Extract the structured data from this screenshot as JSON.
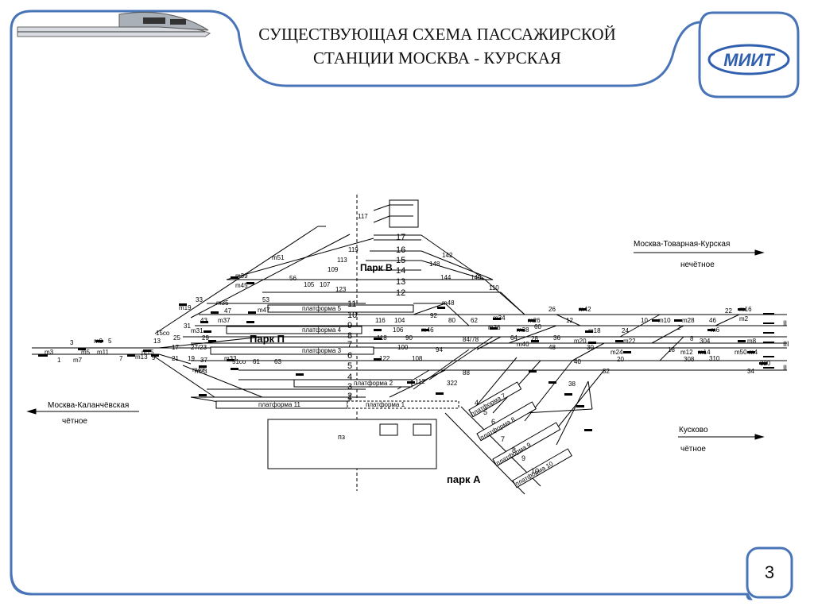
{
  "slide": {
    "title_line1": "СУЩЕСТВУЮЩАЯ СХЕМА ПАССАЖИРСКОЙ",
    "title_line2": "СТАНЦИИ МОСКВА - КУРСКАЯ",
    "logo_text": "МИИТ",
    "page_number": "3",
    "frame_color": "#4a74b8"
  },
  "diagram": {
    "parks": [
      "Парк В",
      "Парк П",
      "парк А"
    ],
    "directions": {
      "tovarnaya": "Москва-Товарная-Курская",
      "tovarnaya_sub": "нечётное",
      "kalanchevskaya": "Москва-Каланчёвская",
      "kalanchevskaya_sub": "чётное",
      "kuskovo": "Кусково",
      "kuskovo_sub": "чётное"
    },
    "platforms": [
      "платформа 5",
      "платформа 4",
      "платформа 3",
      "платформа 2",
      "платформа 11",
      "платформа 1",
      "платформа 7",
      "платформа 8",
      "платформа 9",
      "платформа 10"
    ],
    "track_numbers": [
      "17",
      "16",
      "15",
      "14",
      "13",
      "12",
      "11",
      "10",
      "9",
      "8",
      "7",
      "6",
      "5",
      "4",
      "3",
      "2",
      "1"
    ],
    "park_a_tracks": [
      "4",
      "5",
      "6",
      "7",
      "8",
      "9",
      "10"
    ],
    "building_label": "пз",
    "exit_marks": [
      "II",
      "III",
      "II"
    ],
    "switch_labels": [
      "117",
      "119",
      "113",
      "109",
      "m51",
      "m39",
      "m45",
      "56",
      "105",
      "107",
      "123",
      "148",
      "142",
      "144",
      "140",
      "110",
      "53",
      "33",
      "m35",
      "47",
      "m47",
      "m19",
      "m48",
      "43",
      "m37",
      "31",
      "m31",
      "15co",
      "25",
      "29",
      "27/23",
      "17",
      "21",
      "19",
      "37",
      "m43",
      "m33",
      "51co",
      "61",
      "63",
      "3",
      "m3",
      "m5",
      "m9",
      "5",
      "m11",
      "m7",
      "1",
      "7",
      "m15",
      "13",
      "m13",
      "9",
      "m23",
      "116",
      "104",
      "106",
      "118",
      "90",
      "100",
      "122",
      "108",
      "112",
      "322",
      "92",
      "80",
      "m46",
      "62",
      "94",
      "84/78",
      "88",
      "m34",
      "64",
      "m36",
      "m38",
      "60",
      "m40",
      "28",
      "36",
      "48",
      "m26",
      "26",
      "m42",
      "12",
      "30",
      "40",
      "m18",
      "24",
      "10",
      "m10",
      "m28",
      "46",
      "22",
      "m16",
      "m2",
      "2",
      "m6",
      "m20",
      "m22",
      "m24",
      "20",
      "8",
      "18",
      "m12",
      "m14",
      "308",
      "310",
      "304",
      "m50",
      "m8",
      "m4",
      "320",
      "34",
      "38",
      "32"
    ]
  }
}
